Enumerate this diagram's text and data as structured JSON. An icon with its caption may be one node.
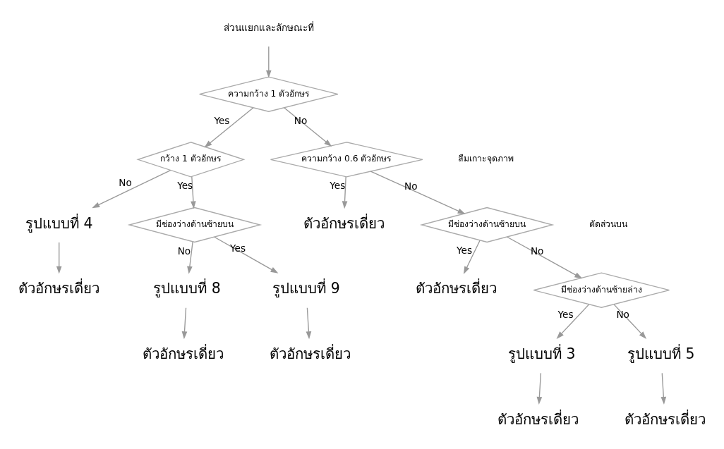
{
  "diagram": {
    "nodes": [
      {
        "text": [
          "ส่วนแยกและลักษณะที่"
        ]
      },
      {
        "text": [
          "ความกว้าง 1 ตัวอักษร"
        ]
      },
      {
        "text": [
          "กว้าง 1 ตัวอักษร"
        ]
      },
      {
        "text": [
          "รูปแบบที่ 4"
        ]
      },
      {
        "text": [
          "ตัวอักษรเดี่ยว"
        ]
      },
      {
        "text": [
          "มีช่องว่างด้านซ้ายบน"
        ]
      },
      {
        "text": [
          "รูปแบบที่ 8"
        ]
      },
      {
        "text": [
          "ตัวอักษรเดี่ยว"
        ]
      },
      {
        "text": [
          "รูปแบบที่ 9"
        ]
      },
      {
        "text": [
          "ตัวอักษรเดี่ยว"
        ]
      },
      {
        "text": [
          "ความกว้าง 0.6 ตัวอักษร"
        ]
      },
      {
        "text": [
          "ตัวอักษรเดี่ยว"
        ]
      },
      {
        "text": [
          "มีช่องว่างด้านซ้ายบน"
        ]
      },
      {
        "text": [
          "ตัวอักษรเดี่ยว"
        ]
      },
      {
        "text": [
          "มีช่องว่างด้านซ้ายล่าง"
        ]
      },
      {
        "text": [
          "รูปแบบที่ 3"
        ]
      },
      {
        "text": [
          "ตัวอักษรเดี่ยว"
        ]
      },
      {
        "text": [
          "รูปแบบที่ 5"
        ]
      },
      {
        "text": [
          "ตัวอักษรเดี่ยว"
        ]
      }
    ],
    "edges": [
      {
        "from": 0,
        "to": 1,
        "arrow": "to"
      },
      {
        "from": 1,
        "to": 2,
        "arrow": "to",
        "label": "Yes"
      },
      {
        "from": 1,
        "to": 10,
        "arrow": "to",
        "label": "No"
      },
      {
        "from": 2,
        "to": 3,
        "arrow": "to",
        "label": "No"
      },
      {
        "from": 3,
        "to": 4,
        "arrow": "to"
      },
      {
        "from": 2,
        "to": 5,
        "arrow": "to",
        "label": "Yes"
      },
      {
        "from": 5,
        "to": 6,
        "arrow": "to",
        "label": "No"
      },
      {
        "from": 6,
        "to": 7,
        "arrow": "to"
      },
      {
        "from": 5,
        "to": 8,
        "arrow": "to",
        "label": "Yes"
      },
      {
        "from": 8,
        "to": 9,
        "arrow": "to"
      },
      {
        "from": 10,
        "to": 11,
        "arrow": "to",
        "label": "Yes"
      },
      {
        "from": 10,
        "to": 12,
        "arrow": "to",
        "label": "No"
      },
      {
        "from": 12,
        "to": 14,
        "arrow": "to",
        "label": "No"
      },
      {
        "from": 12,
        "to": 13,
        "arrow": "to",
        "label": "Yes"
      },
      {
        "from": 14,
        "to": 15,
        "arrow": "to",
        "label": "Yes"
      },
      {
        "from": 15,
        "to": 16,
        "arrow": "to"
      },
      {
        "from": 14,
        "to": 17,
        "arrow": "to",
        "label": "No"
      },
      {
        "from": 17,
        "to": 18,
        "arrow": "to"
      }
    ],
    "labels": [
      "ลืมเกาะจุดภาพ",
      "ตัดส่วนบน"
    ]
  }
}
